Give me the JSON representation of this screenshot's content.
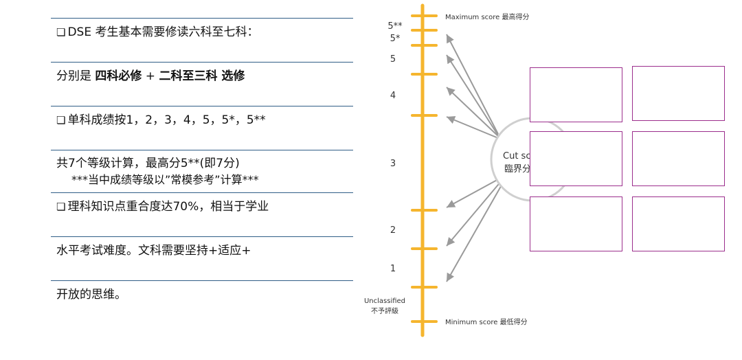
{
  "notes": {
    "line1": "DSE 考生基本需要修读六科至七科：",
    "line2_prefix": "分别是 ",
    "line2_bold_a": "四科必修",
    "line2_mid": " + ",
    "line2_bold_b": "二科至三科 选修",
    "line3": "单科成绩按1，2，3，4，5，5*，5**",
    "line4": "共7个等级计算，最高分5**(即7分)",
    "line4_sub": "***当中成绩等级以”常模参考”计算***",
    "line5": "理科知识点重合度达70%，相当于学业",
    "line6": "水平考试难度。文科需要坚持+适应+",
    "line7": "开放的思维。"
  },
  "diagram": {
    "max_label": "Maximum score 最高得分",
    "min_label": "Minimum score 最低得分",
    "levels": [
      "5**",
      "5*",
      "5",
      "4",
      "3",
      "2",
      "1"
    ],
    "unclassified": "Unclassified",
    "unclassified_zh": "不予評級",
    "cut_score": "Cut sc",
    "cut_score_zh": "臨界分",
    "colors": {
      "scale": "#f5b52e",
      "arrow": "#9a9a9a",
      "box_border": "#9b2d8c",
      "rule": "#2f5d86"
    }
  }
}
